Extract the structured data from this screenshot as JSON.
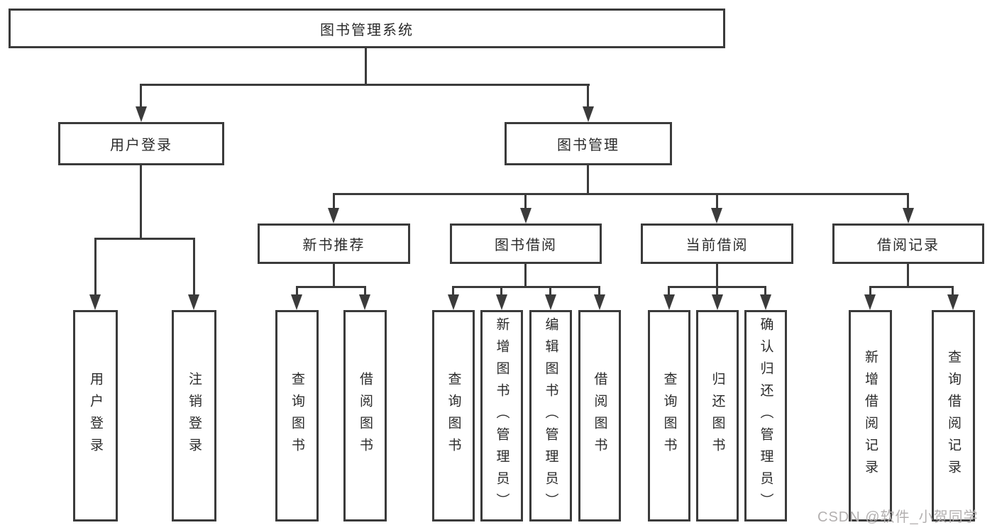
{
  "diagram": {
    "title": "图书管理系统",
    "root": {
      "label": "图书管理系统"
    },
    "branches": [
      {
        "label": "用户登录",
        "children": [
          {
            "label": "用户登录"
          },
          {
            "label": "注销登录"
          }
        ]
      },
      {
        "label": "图书管理",
        "children": [
          {
            "label": "新书推荐",
            "children": [
              {
                "label": "查询图书"
              },
              {
                "label": "借阅图书"
              }
            ]
          },
          {
            "label": "图书借阅",
            "children": [
              {
                "label": "查询图书"
              },
              {
                "label": "新增图书（管理员）"
              },
              {
                "label": "编辑图书（管理员）"
              },
              {
                "label": "借阅图书"
              }
            ]
          },
          {
            "label": "当前借阅",
            "children": [
              {
                "label": "查询图书"
              },
              {
                "label": "归还图书"
              },
              {
                "label": "确认归还（管理员）"
              }
            ]
          },
          {
            "label": "借阅记录",
            "children": [
              {
                "label": "新增借阅记录"
              },
              {
                "label": "查询借阅记录"
              }
            ]
          }
        ]
      }
    ]
  },
  "watermark": {
    "text": "CSDN @软件_小贺同学"
  },
  "colors": {
    "line": "#3b3b3b",
    "text": "#2b2b2b",
    "background": "#ffffff",
    "watermark": "#b3b0b0"
  }
}
